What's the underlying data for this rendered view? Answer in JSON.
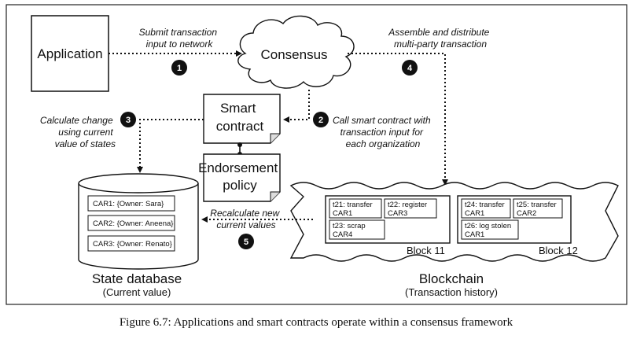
{
  "diagram": {
    "application": "Application",
    "consensus": "Consensus",
    "smart_contract": [
      "Smart",
      "contract"
    ],
    "endorsement_policy": [
      "Endorsement",
      "policy"
    ],
    "state_db": {
      "title": "State database",
      "subtitle": "(Current value)",
      "rows": [
        "CAR1: {Owner: Sara}",
        "CAR2: {Owner: Aneena}",
        "CAR3: {Owner: Renato}"
      ]
    },
    "blockchain": {
      "title": "Blockchain",
      "subtitle": "(Transaction history)",
      "block11": {
        "label": "Block 11",
        "tx": [
          {
            "l1": "t21: transfer",
            "l2": "CAR1"
          },
          {
            "l1": "t22: register",
            "l2": "CAR3"
          },
          {
            "l1": "t23: scrap",
            "l2": "CAR4"
          }
        ]
      },
      "block12": {
        "label": "Block 12",
        "tx": [
          {
            "l1": "t24: transfer",
            "l2": "CAR1"
          },
          {
            "l1": "t25: transfer",
            "l2": "CAR2"
          },
          {
            "l1": "t26: log stolen",
            "l2": "CAR1"
          }
        ]
      }
    },
    "steps": {
      "s1": {
        "num": "1",
        "text": [
          "Submit transaction",
          "input to network"
        ]
      },
      "s2": {
        "num": "2",
        "text": [
          "Call smart contract with",
          "transaction input for",
          "each organization"
        ]
      },
      "s3": {
        "num": "3",
        "text": [
          "Calculate change",
          "using current",
          "value of states"
        ]
      },
      "s4": {
        "num": "4",
        "text": [
          "Assemble and distribute",
          "multi-party transaction"
        ]
      },
      "s5": {
        "num": "5",
        "text": [
          "Recalculate new",
          "current values"
        ]
      }
    }
  },
  "caption": "Figure 6.7: Applications and smart contracts operate within a consensus framework"
}
